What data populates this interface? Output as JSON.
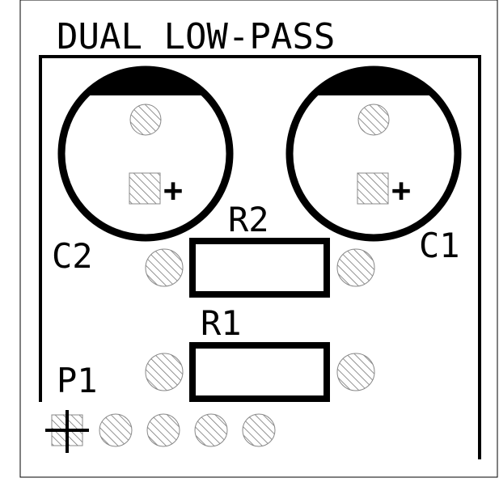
{
  "board": {
    "title": "DUAL LOW-PASS",
    "colors": {
      "silk": "#000000",
      "pad_hatch": "#888888",
      "background": "#ffffff"
    }
  },
  "components": {
    "c2": {
      "label": "C2",
      "polarity": "+"
    },
    "c1": {
      "label": "C1",
      "polarity": "+"
    },
    "r2": {
      "label": "R2"
    },
    "r1": {
      "label": "R1"
    },
    "p1": {
      "label": "P1"
    }
  }
}
